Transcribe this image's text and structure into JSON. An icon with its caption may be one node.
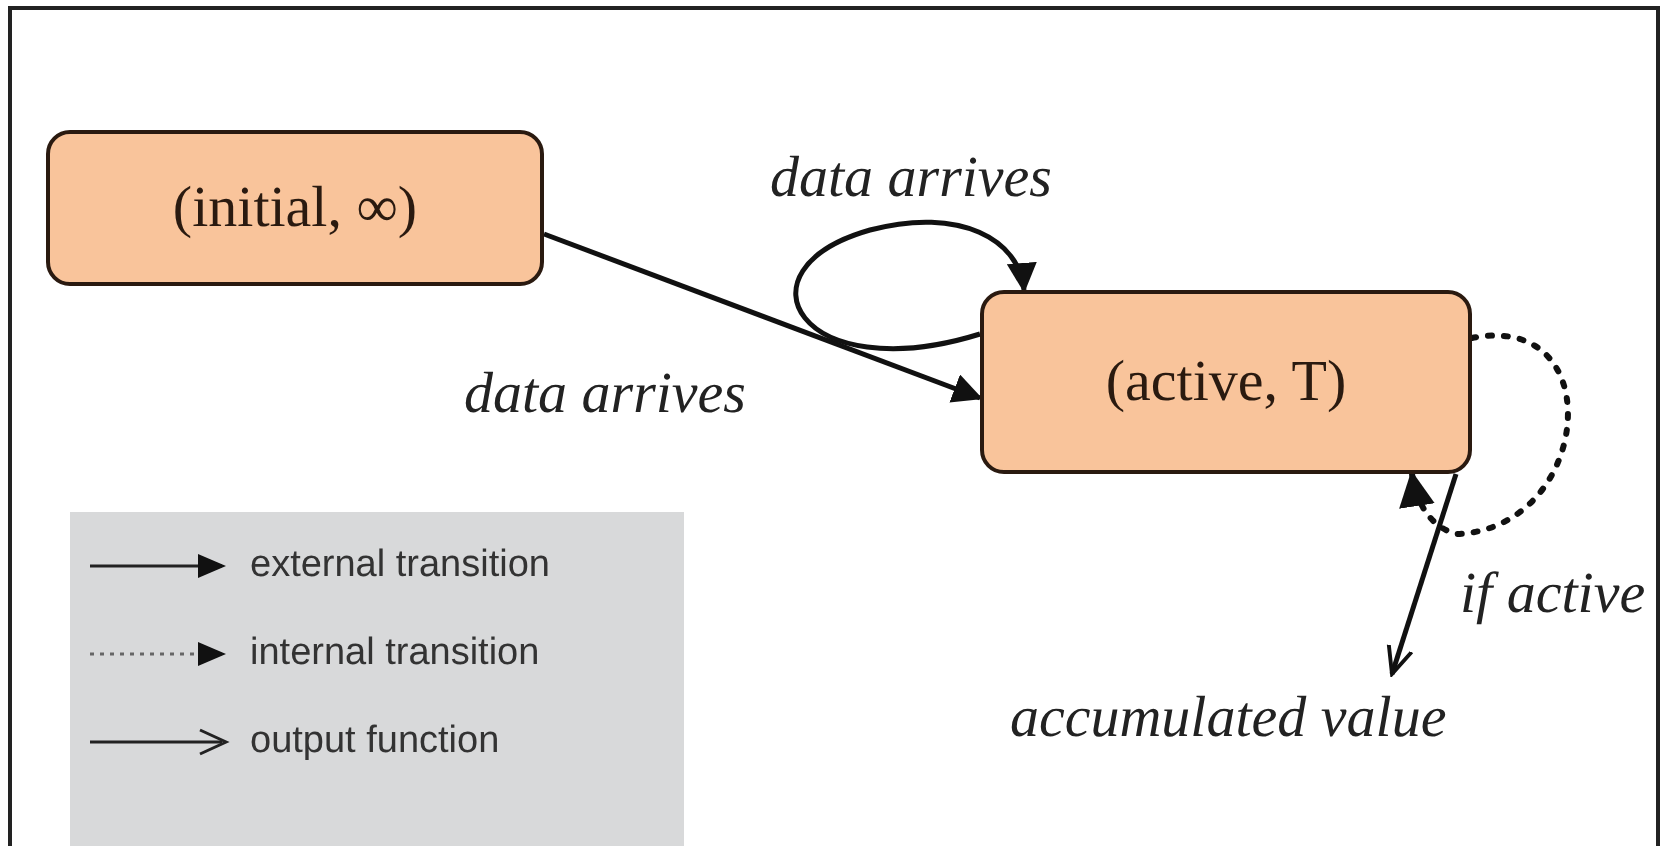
{
  "diagram": {
    "nodes": [
      {
        "text": [
          "(initial, ∞)"
        ]
      },
      {
        "text": [
          "(active, T)"
        ]
      }
    ],
    "edges": [
      {
        "from": 0,
        "to": 1,
        "arrow": "to",
        "label": "data arrives"
      },
      {
        "from": 1,
        "to": 1,
        "arrow": "to",
        "label": "data arrives"
      },
      {
        "from": 1,
        "to": 1,
        "arrow": "to",
        "label": "if active",
        "style": "dashed"
      },
      {
        "from": 1,
        "to": null,
        "arrow": "to",
        "label": "accumulated value"
      }
    ],
    "legend": [
      {
        "text": "external transition"
      },
      {
        "text": "internal transition"
      },
      {
        "text": "output function"
      }
    ]
  }
}
